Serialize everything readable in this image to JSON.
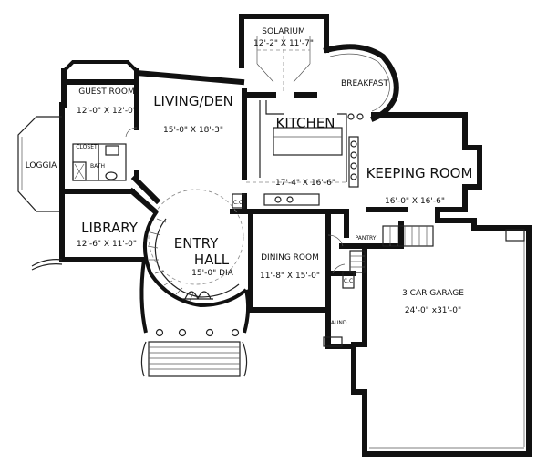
{
  "rooms": {
    "solarium": {
      "name": "SOLARIUM",
      "dim": "12'-2\" X 11'-7\""
    },
    "breakfast": {
      "name": "BREAKFAST"
    },
    "guest_room": {
      "name": "GUEST ROOM",
      "dim": "12'-0\" X 12'-0\""
    },
    "living_den": {
      "name": "LIVING/DEN",
      "dim": "15'-0\" X 18'-3\""
    },
    "kitchen": {
      "name": "KITCHEN",
      "dim": "17'-4\" X 16'-6\""
    },
    "keeping_room": {
      "name": "KEEPING ROOM",
      "dim": "16'-0\" X 16'-6\""
    },
    "closet": {
      "name": "CLOSET"
    },
    "bath": {
      "name": "BATH"
    },
    "loggia": {
      "name": "LOGGIA"
    },
    "library": {
      "name": "LIBRARY",
      "dim": "12'-6\" X 11'-0\""
    },
    "entry_hall": {
      "name1": "ENTRY",
      "name2": "HALL",
      "dim": "15'-0\" DIA"
    },
    "dining_room": {
      "name": "DINING ROOM",
      "dim": "11'-8\" X 15'-0\""
    },
    "pantry": {
      "name": "PANTRY"
    },
    "cc1": {
      "name": "C.C"
    },
    "cc2": {
      "name": "C.C"
    },
    "laund": {
      "name": "LAUND"
    },
    "garage": {
      "name": "3 CAR GARAGE",
      "dim": "24'-0\" x31'-0\""
    }
  }
}
